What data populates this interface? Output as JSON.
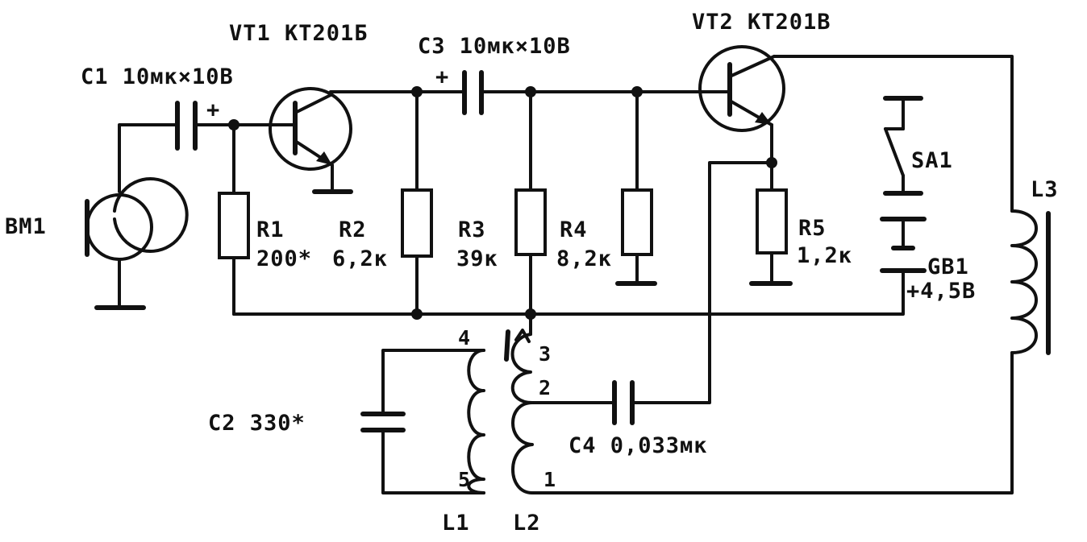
{
  "components": {
    "bm1": {
      "ref": "BM1"
    },
    "c1": {
      "label": "С1 10мк×10В",
      "polarity": "+"
    },
    "vt1": {
      "label": "VT1 KT201Б"
    },
    "c3": {
      "label": "С3 10мк×10В",
      "polarity": "+"
    },
    "vt2": {
      "label": "VT2 KT201В"
    },
    "r1": {
      "ref": "R1",
      "value": "200*"
    },
    "r2": {
      "ref": "R2",
      "value": "6,2к"
    },
    "r3": {
      "ref": "R3",
      "value": "39к"
    },
    "r4": {
      "ref": "R4",
      "value": "8,2к"
    },
    "r5": {
      "ref": "R5",
      "value": "1,2к"
    },
    "sa1": {
      "ref": "SA1"
    },
    "gb1": {
      "ref": "GB1",
      "value": "+4,5В"
    },
    "l3": {
      "ref": "L3"
    },
    "c2": {
      "label": "С2 330*"
    },
    "c4": {
      "label": "С4 0,033мк"
    },
    "l1": {
      "ref": "L1",
      "pins": [
        "4",
        "5"
      ]
    },
    "l2": {
      "ref": "L2",
      "pins": [
        "3",
        "2",
        "1"
      ]
    }
  }
}
